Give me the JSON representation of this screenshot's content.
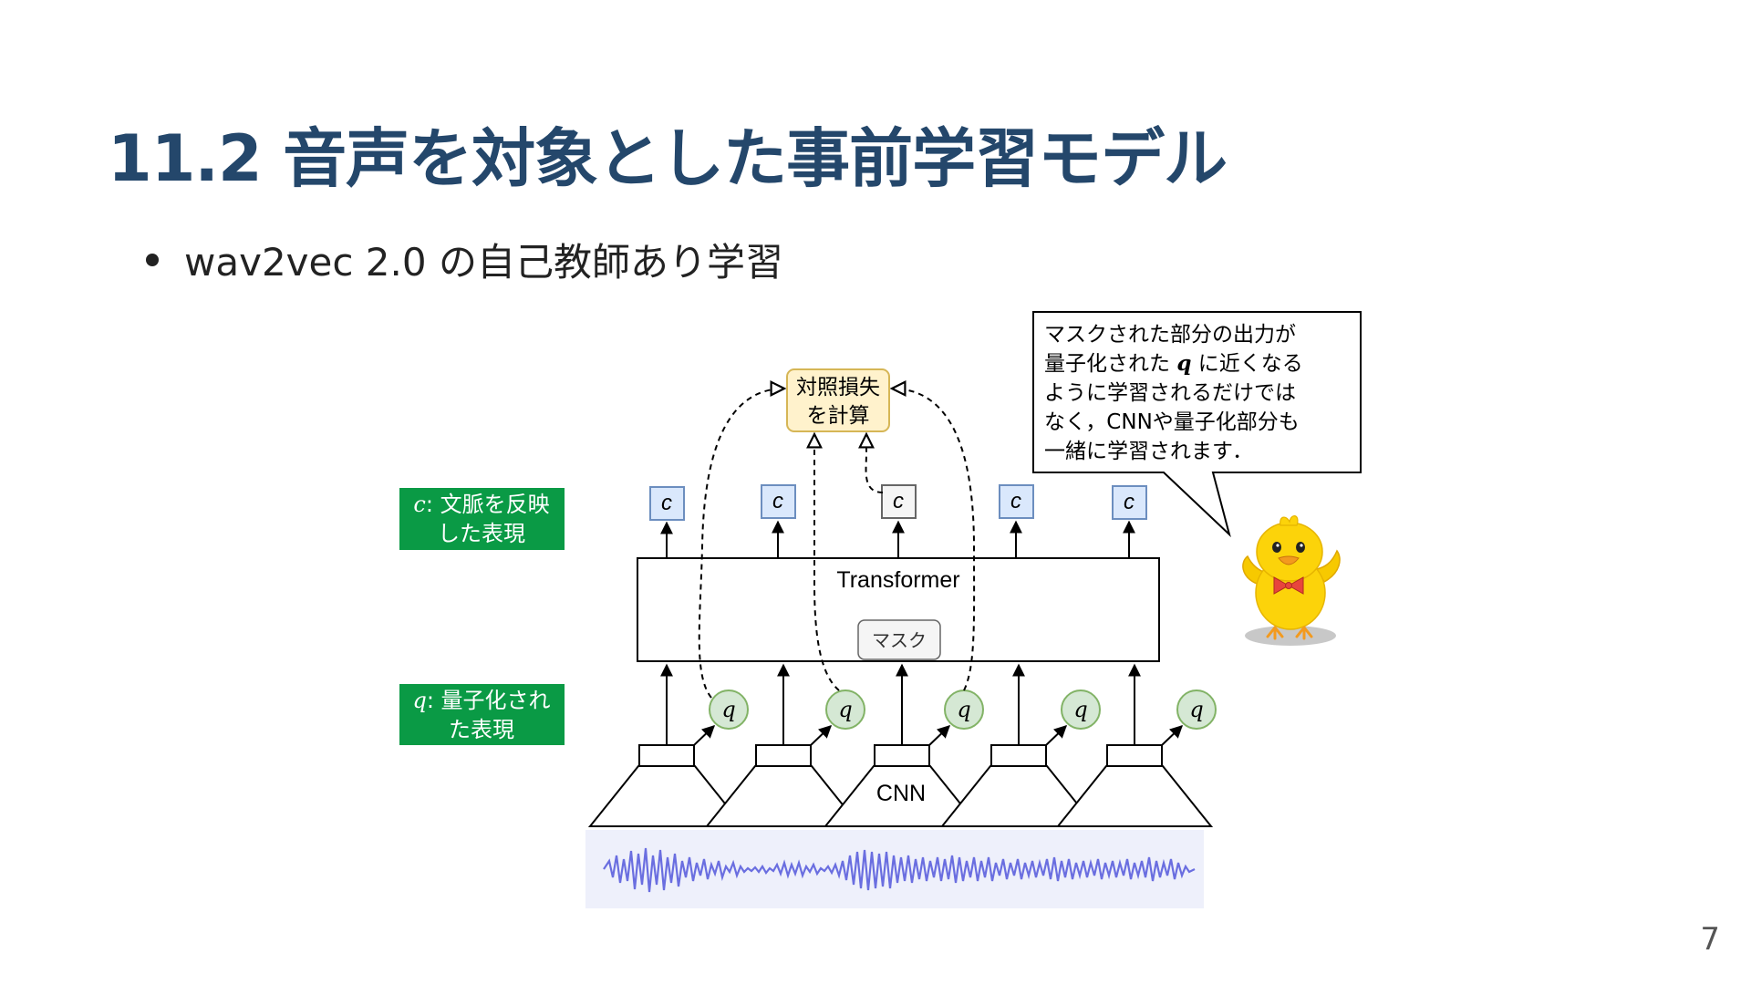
{
  "slide": {
    "title": "11.2 音声を対象とした事前学習モデル",
    "bullet": "wav2vec 2.0 の自己教師あり学習",
    "page_number": "7"
  },
  "diagram": {
    "loss_box_line1": "対照損失",
    "loss_box_line2": "を計算",
    "c_label": "c",
    "q_label": "q",
    "transformer_label": "Transformer",
    "mask_label": "マスク",
    "cnn_label": "CNN",
    "legend_c_var": "c",
    "legend_c_line1": ": 文脈を反映",
    "legend_c_line2": "した表現",
    "legend_q_var": "q",
    "legend_q_line1": ": 量子化され",
    "legend_q_line2": "た表現",
    "callout_line1": "マスクされた部分の出力が",
    "callout_line2_a": "量子化された ",
    "callout_line2_var": "q",
    "callout_line2_b": " に近くなる",
    "callout_line3": "ように学習されるだけでは",
    "callout_line4": "なく，CNNや量子化部分も",
    "callout_line5": "一緒に学習されます．"
  },
  "colors": {
    "title": "#24476b",
    "legend_bg": "#0a9a45",
    "c_box_fill": "#dae8fc",
    "c_box_stroke": "#6c8ebf",
    "q_circle_fill": "#d5e8d4",
    "q_circle_stroke": "#82b366",
    "loss_fill": "#fff2cc",
    "loss_stroke": "#d6b656",
    "waveform": "#6a6ee0",
    "waveform_bg": "#eef0fb"
  }
}
